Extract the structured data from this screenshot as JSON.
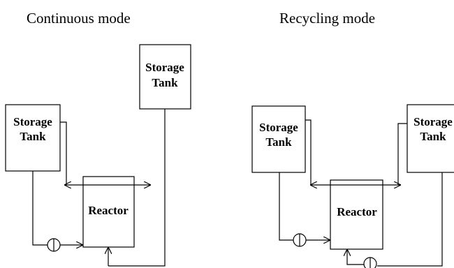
{
  "continuous": {
    "title": "Continuous mode",
    "source_tank": {
      "line1": "Storage",
      "line2": "Tank"
    },
    "product_tank": {
      "line1": "Storage",
      "line2": "Tank"
    },
    "reactor": "Reactor"
  },
  "recycling": {
    "title": "Recycling mode",
    "source_tank": {
      "line1": "Storage",
      "line2": "Tank"
    },
    "product_tank": {
      "line1": "Storage",
      "line2": "Tank"
    },
    "reactor": "Reactor"
  }
}
